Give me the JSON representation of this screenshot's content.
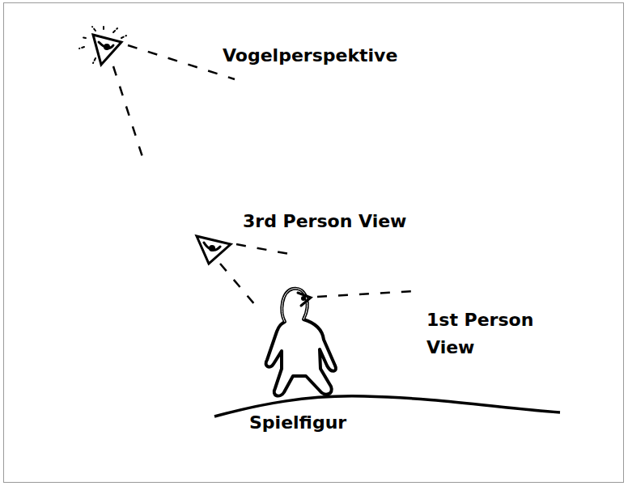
{
  "diagram": {
    "labels": [
      "Vogelperspektive",
      "3rd Person View",
      "1st Person View",
      "Spielfigur"
    ]
  }
}
